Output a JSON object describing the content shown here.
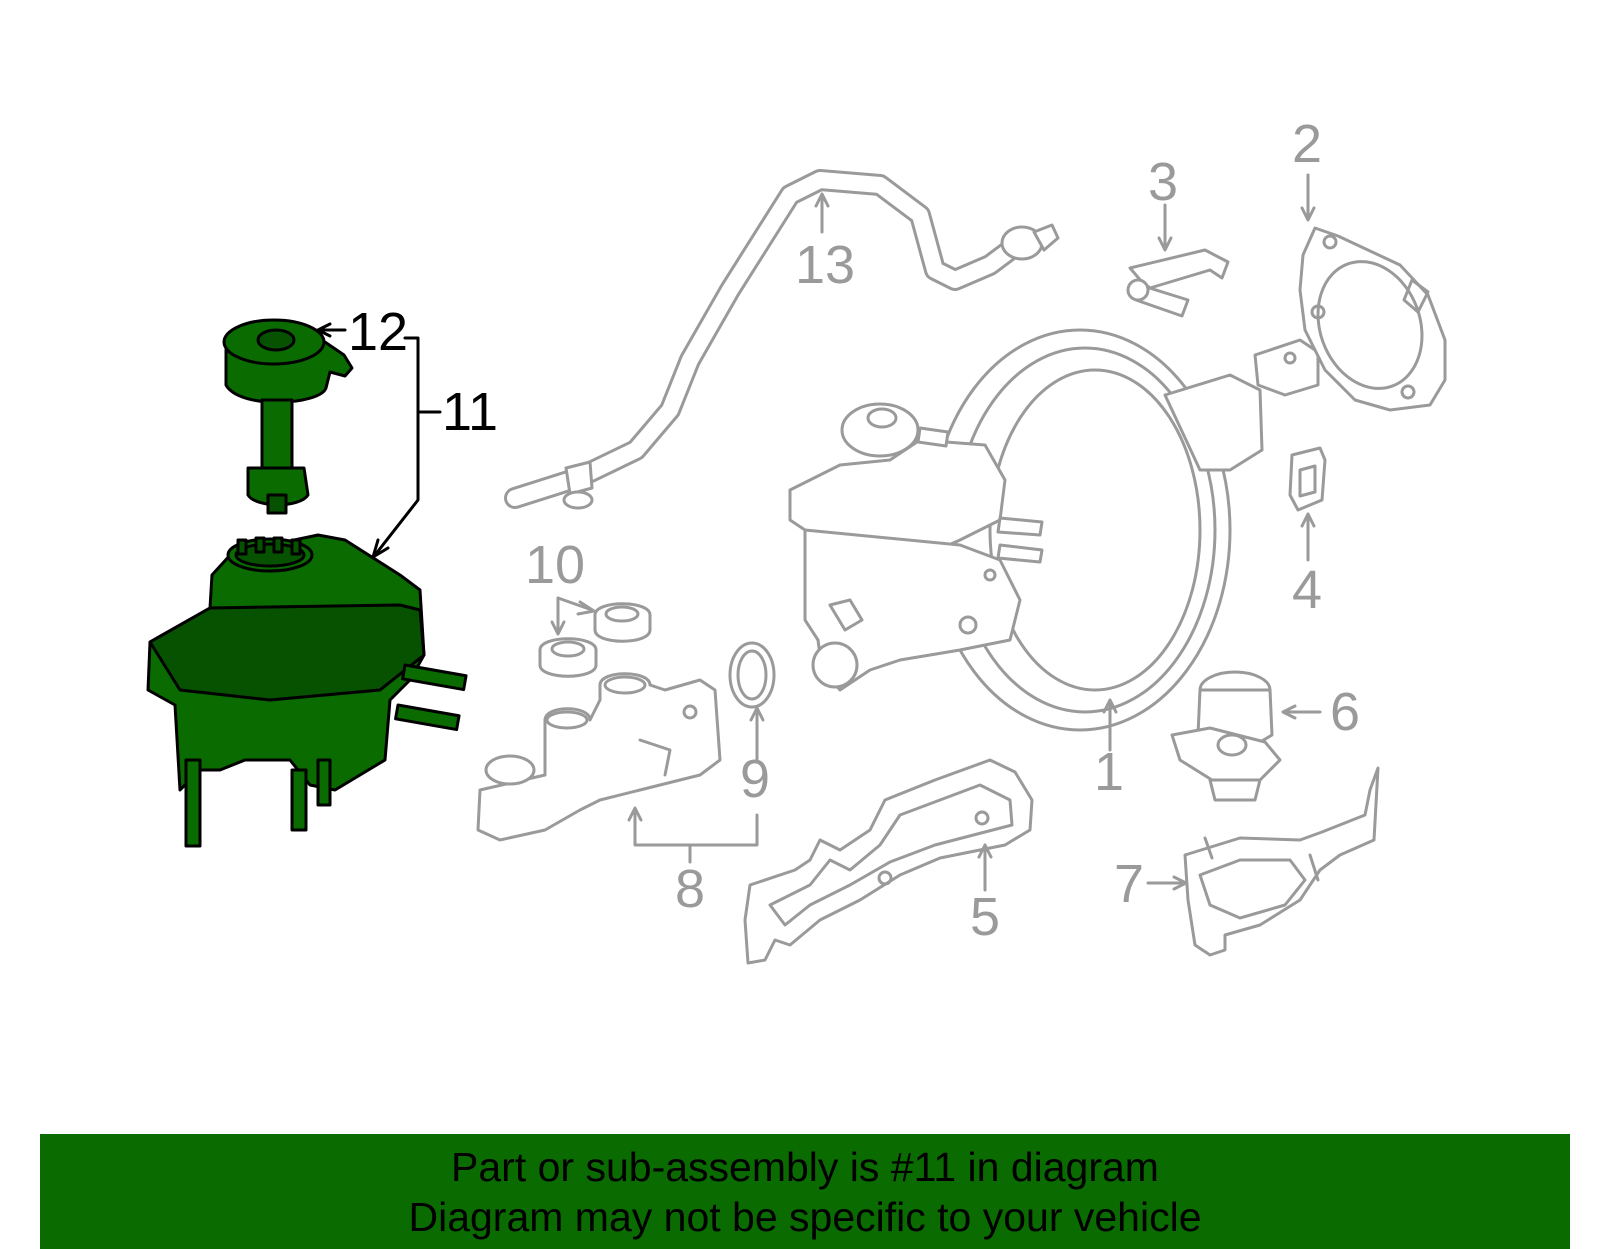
{
  "colors": {
    "highlight": "#0a6b00",
    "highlight_dark": "#075200",
    "outline": "#9a9a9a",
    "caption_bg": "#0a6b00",
    "caption_text": "#000000"
  },
  "callouts": {
    "c1": "1",
    "c2": "2",
    "c3": "3",
    "c4": "4",
    "c5": "5",
    "c6": "6",
    "c7": "7",
    "c8": "8",
    "c9": "9",
    "c10": "10",
    "c11": "11",
    "c12": "12",
    "c13": "13"
  },
  "caption": {
    "line1": "Part or sub-assembly is #11 in diagram",
    "line2": "Diagram may not be specific to your vehicle"
  }
}
